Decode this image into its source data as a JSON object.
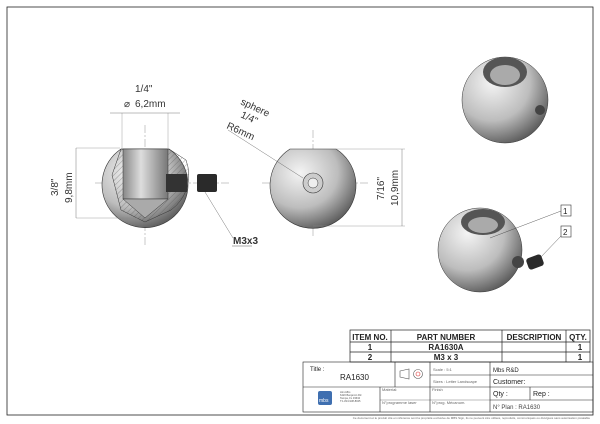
{
  "drawing": {
    "section_view": {
      "bore_imperial": "1/4\"",
      "bore_metric": "6,2mm",
      "height_imperial": "3/8\"",
      "height_metric": "9,8mm"
    },
    "front_view": {
      "sphere_label": "sphere",
      "sphere_imperial": "1/4\"",
      "sphere_metric": "R6mm",
      "height_imperial": "7/16\"",
      "height_metric": "10,9mm"
    },
    "screw_callout": "M3x3",
    "balloons": [
      "1",
      "2"
    ]
  },
  "bom": {
    "headers": [
      "ITEM NO.",
      "PART NUMBER",
      "DESCRIPTION",
      "QTY."
    ],
    "rows": [
      {
        "item": "1",
        "part": "RA1630A",
        "description": "",
        "qty": "1"
      },
      {
        "item": "2",
        "part": "M3 x 3",
        "description": "",
        "qty": "1"
      }
    ]
  },
  "title_block": {
    "title_label": "Title :",
    "title": "RA1630",
    "scale": "Scale : 5:1",
    "size": "Sizes : Letter Landscape",
    "company": "Mbs R&D",
    "customer": "Customer:",
    "material": "Material:",
    "finish": "Finish",
    "qty": "Qty :",
    "rep": "Rep :",
    "laser_prog": "N°programme laser",
    "mech_prog": "N°prog. Mécanum.",
    "plan": "N° Plan : RA1630",
    "logo_text": "mbs",
    "address": [
      "Him-Mbs",
      "6420 Benjamin Rd",
      "Tampa, FL 33634",
      "T:1-813-938-8025"
    ]
  },
  "footer": "Ce document et le produit cité en référence sont la propriété exclusive de MBS Sign, ils ne peuvent être utilisés, reproduits, communiqués ou divulgués sans autorisation préalable"
}
